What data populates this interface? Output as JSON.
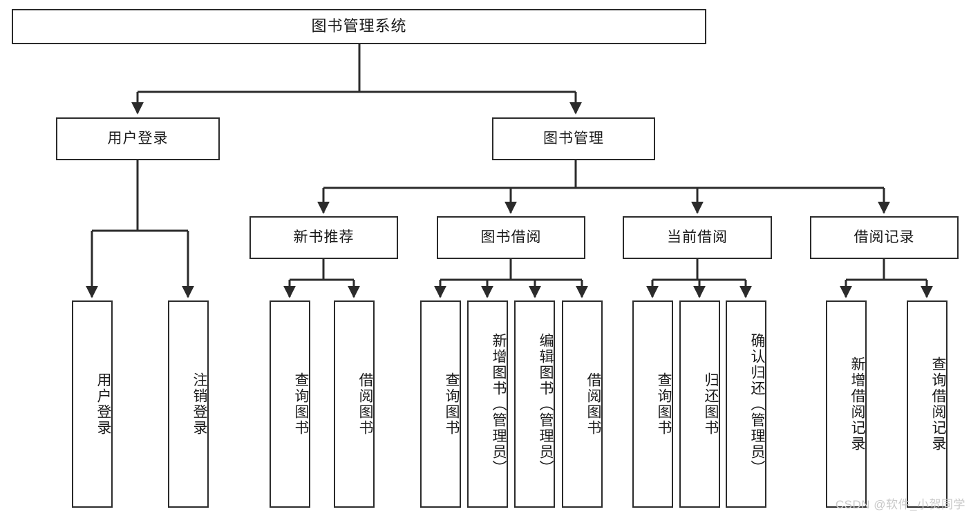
{
  "diagram": {
    "title": "图书管理系统",
    "type": "tree-hierarchy",
    "root": {
      "label": "图书管理系统"
    },
    "level2": [
      {
        "label": "用户登录"
      },
      {
        "label": "图书管理"
      }
    ],
    "level3": [
      {
        "label": "新书推荐"
      },
      {
        "label": "图书借阅"
      },
      {
        "label": "当前借阅"
      },
      {
        "label": "借阅记录"
      }
    ],
    "leaves": {
      "user_login": [
        {
          "label": "用户登录"
        },
        {
          "label": "注销登录"
        }
      ],
      "new_book_recommend": [
        {
          "label": "查询图书"
        },
        {
          "label": "借阅图书"
        }
      ],
      "book_borrow": [
        {
          "label": "查询图书"
        },
        {
          "label": "新增图书（管理员）"
        },
        {
          "label": "编辑图书（管理员）"
        },
        {
          "label": "借阅图书"
        }
      ],
      "current_borrow": [
        {
          "label": "查询图书"
        },
        {
          "label": "归还图书"
        },
        {
          "label": "确认归还（管理员）"
        }
      ],
      "borrow_record": [
        {
          "label": "新增借阅记录"
        },
        {
          "label": "查询借阅记录"
        }
      ]
    }
  },
  "watermark": {
    "text": "CSDN @软件_小贺同学"
  },
  "colors": {
    "border": "#2b2b2b",
    "background": "#ffffff",
    "text": "#1a1a1a",
    "watermark": "#c9c9c9"
  }
}
